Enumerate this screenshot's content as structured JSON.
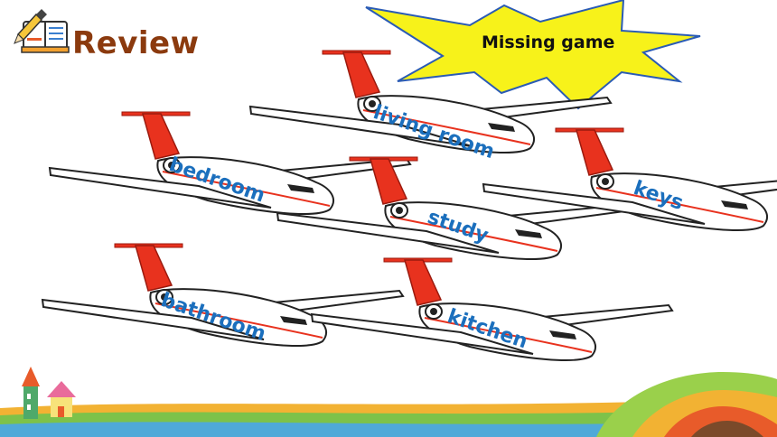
{
  "header": {
    "title": "Review"
  },
  "badge": {
    "text": "Missing game"
  },
  "planes": [
    {
      "label": "living room"
    },
    {
      "label": "bedroom"
    },
    {
      "label": "study"
    },
    {
      "label": "keys"
    },
    {
      "label": "bathroom"
    },
    {
      "label": "kitchen"
    }
  ],
  "colors": {
    "title": "#8B3A0E",
    "word": "#1B6FBD",
    "badge_fill": "#F7F21A",
    "badge_stroke": "#2A5BB5",
    "tail_red": "#E8321E"
  },
  "icons": [
    "book-icon",
    "pencil-icon",
    "tower-icon",
    "house-icon"
  ]
}
